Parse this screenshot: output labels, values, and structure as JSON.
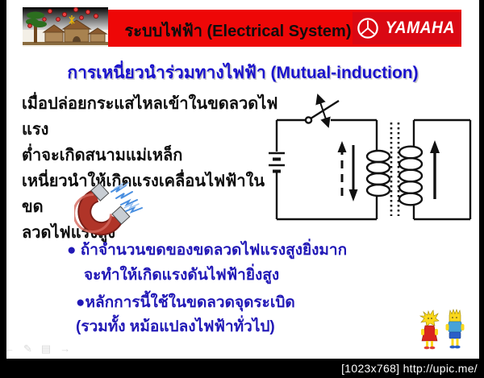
{
  "header": {
    "title": "ระบบไฟฟ้า (Electrical System)",
    "brand": "YAMAHA",
    "banner_color": "#ee0707",
    "logo_bg_color": "#da0813"
  },
  "slide": {
    "title": "การเหนี่ยวนำร่วมทางไฟฟ้า (Mutual-induction)",
    "title_color": "#1a12cd",
    "body_color": "#0d0d0d",
    "bullet_color": "#2118b6",
    "paragraph_lines": [
      "เมื่อปล่อยกระแสไหลเข้าในขดลวดไฟแรง",
      "ต่ำจะเกิดสนามแม่เหล็ก",
      "เหนี่ยวนำให้เกิดแรงเคลื่อนไฟฟ้าในขด",
      "ลวดไฟแรงสูง"
    ],
    "bullets": [
      {
        "marker": "●",
        "line1": "ถ้าจำนวนขดของขดลวดไฟแรงสูงยิ่งมาก",
        "line2": "จะทำให้เกิดแรงดันไฟฟ้ายิ่งสูง"
      },
      {
        "marker": "●",
        "line1": "หลักการนี้ใช้ในขดลวดจุดระเบิด",
        "line2": "(รวมทั้ง หม้อแปลงไฟฟ้าทั่วไป)"
      }
    ]
  },
  "icons": {
    "scene": "village-fireworks-icon",
    "logo_mark": "yamaha-tuning-fork-icon",
    "magnet": "horseshoe-magnet-icon",
    "circuit": "mutual-induction-circuit-diagram",
    "characters": "lisa-bart-cartoon-icon"
  },
  "presenter_nav": {
    "back": "←",
    "pen": "✎",
    "menu": "▤",
    "forward": "→"
  },
  "footer": {
    "caption": "[1023x768] http://upic.me/"
  }
}
